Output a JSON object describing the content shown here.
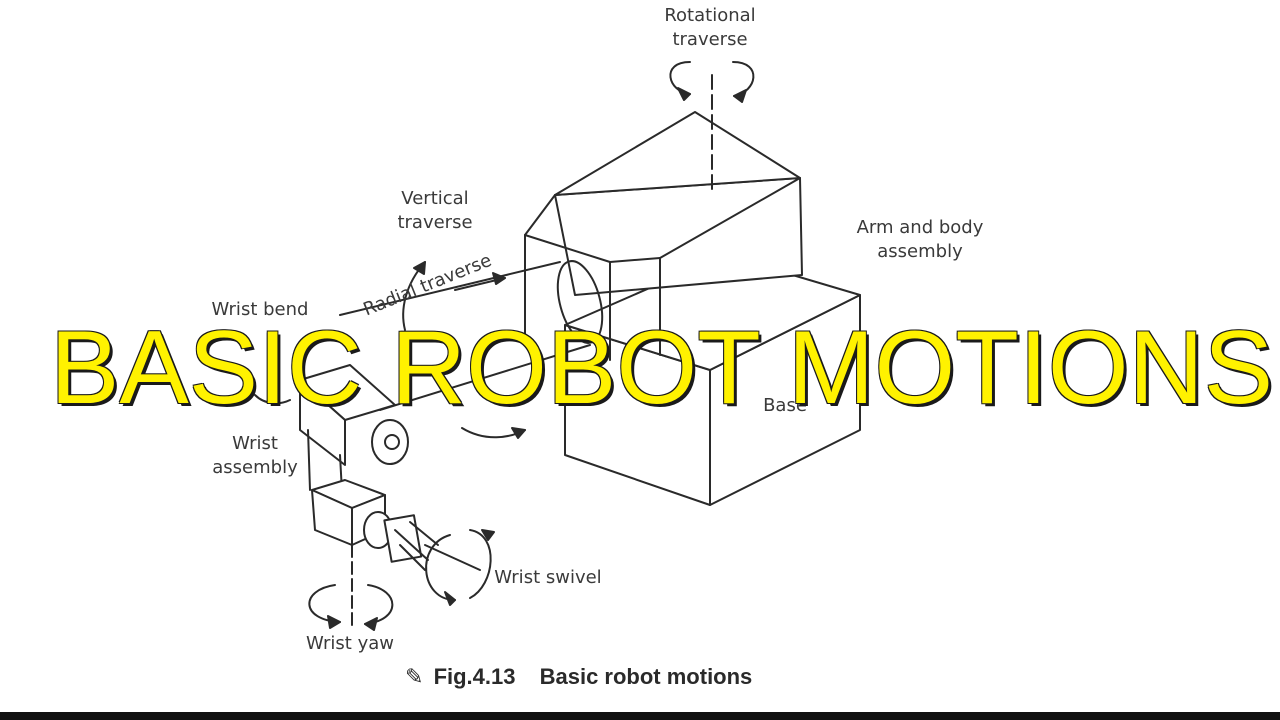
{
  "overlay": {
    "title": "BASIC ROBOT MOTIONS"
  },
  "labels": {
    "rotational_traverse_line1": "Rotational",
    "rotational_traverse_line2": "traverse",
    "vertical_traverse_line1": "Vertical",
    "vertical_traverse_line2": "traverse",
    "arm_body_line1": "Arm and body",
    "arm_body_line2": "assembly",
    "radial_traverse": "Radial traverse",
    "wrist_bend": "Wrist bend",
    "wrist_assembly_line1": "Wrist",
    "wrist_assembly_line2": "assembly",
    "base": "Base",
    "wrist_swivel": "Wrist swivel",
    "wrist_yaw": "Wrist yaw"
  },
  "caption": {
    "number": "Fig.4.13",
    "text": "Basic robot motions"
  },
  "colors": {
    "overlay_text": "#fff200",
    "overlay_shadow": "#1a1a1a",
    "line": "#2a2a2a",
    "bottom_bar": "#111111"
  }
}
